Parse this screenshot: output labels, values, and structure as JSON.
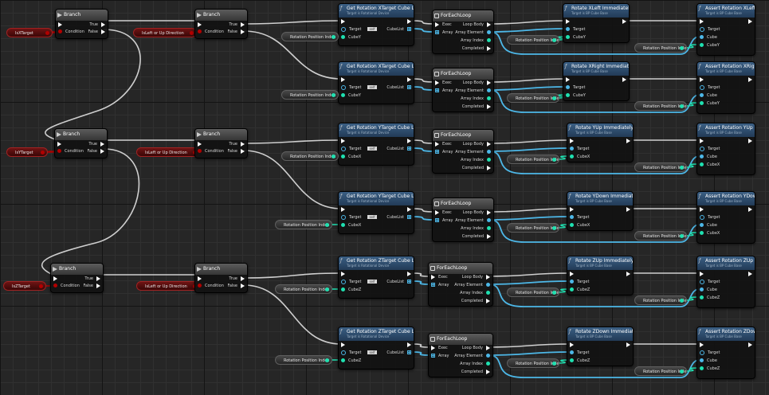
{
  "colors": {
    "exec": "#ffffff",
    "bool": "#b20000",
    "object": "#4db8e8",
    "integer": "#1fe0b0",
    "wire_default": "#cfcfcf"
  },
  "branch_nodes": [
    {
      "id": "b11",
      "title": "Branch",
      "condition": "Condition",
      "true_label": "True",
      "false_label": "False"
    },
    {
      "id": "b12",
      "title": "Branch",
      "condition": "Condition",
      "true_label": "True",
      "false_label": "False"
    },
    {
      "id": "b21",
      "title": "Branch",
      "condition": "Condition",
      "true_label": "True",
      "false_label": "False"
    },
    {
      "id": "b22",
      "title": "Branch",
      "condition": "Condition",
      "true_label": "True",
      "false_label": "False"
    },
    {
      "id": "b31",
      "title": "Branch",
      "condition": "Condition",
      "true_label": "True",
      "false_label": "False"
    },
    {
      "id": "b32",
      "title": "Branch",
      "condition": "Condition",
      "true_label": "True",
      "false_label": "False"
    }
  ],
  "variables": [
    {
      "id": "v_is_x",
      "label": "IsXTarget",
      "kind": "bool"
    },
    {
      "id": "v_is_y",
      "label": "IsYTarget",
      "kind": "bool"
    },
    {
      "id": "v_is_z",
      "label": "IsZTarget",
      "kind": "bool"
    },
    {
      "id": "v_dir1",
      "label": "IsLeft or Up Direction",
      "kind": "bool"
    },
    {
      "id": "v_dir2",
      "label": "IsLeft or Up Direction",
      "kind": "bool"
    },
    {
      "id": "v_dir3",
      "label": "IsLeft or Up Direction",
      "kind": "bool"
    }
  ],
  "get_nodes": [
    {
      "title": "Get Rotation XTarget Cube List",
      "subtitle": "Target is Rotational Device",
      "target": "Target",
      "self_text": "self",
      "param": "CubeY",
      "output": "CubeList"
    },
    {
      "title": "Get Rotation XTarget Cube List",
      "subtitle": "Target is Rotational Device",
      "target": "Target",
      "self_text": "self",
      "param": "CubeY",
      "output": "CubeList"
    },
    {
      "title": "Get Rotation YTarget Cube List",
      "subtitle": "Target is Rotational Device",
      "target": "Target",
      "self_text": "self",
      "param": "CubeX",
      "output": "CubeList"
    },
    {
      "title": "Get Rotation YTarget Cube List",
      "subtitle": "Target is Rotational Device",
      "target": "Target",
      "self_text": "self",
      "param": "CubeX",
      "output": "CubeList"
    },
    {
      "title": "Get Rotation ZTarget Cube List",
      "subtitle": "Target is Rotational Device",
      "target": "Target",
      "self_text": "self",
      "param": "CubeZ",
      "output": "CubeList"
    },
    {
      "title": "Get Rotation ZTarget Cube List",
      "subtitle": "Target is Rotational Device",
      "target": "Target",
      "self_text": "self",
      "param": "CubeZ",
      "output": "CubeList"
    }
  ],
  "foreach_nodes": [
    {
      "title": "ForEachLoop",
      "exec": "Exec",
      "array": "Array",
      "loop_body": "Loop Body",
      "element": "Array Element",
      "index": "Array Index",
      "completed": "Completed"
    },
    {
      "title": "ForEachLoop",
      "exec": "Exec",
      "array": "Array",
      "loop_body": "Loop Body",
      "element": "Array Element",
      "index": "Array Index",
      "completed": "Completed"
    },
    {
      "title": "ForEachLoop",
      "exec": "Exec",
      "array": "Array",
      "loop_body": "Loop Body",
      "element": "Array Element",
      "index": "Array Index",
      "completed": "Completed"
    },
    {
      "title": "ForEachLoop",
      "exec": "Exec",
      "array": "Array",
      "loop_body": "Loop Body",
      "element": "Array Element",
      "index": "Array Index",
      "completed": "Completed"
    },
    {
      "title": "ForEachLoop",
      "exec": "Exec",
      "array": "Array",
      "loop_body": "Loop Body",
      "element": "Array Element",
      "index": "Array Index",
      "completed": "Completed"
    },
    {
      "title": "ForEachLoop",
      "exec": "Exec",
      "array": "Array",
      "loop_body": "Loop Body",
      "element": "Array Element",
      "index": "Array Index",
      "completed": "Completed"
    }
  ],
  "rotate_nodes": [
    {
      "title": "Rotate XLeft Immediately",
      "subtitle": "Target is BP Cube Base",
      "target": "Target",
      "param": "CubeY"
    },
    {
      "title": "Rotate XRight Immediately",
      "subtitle": "Target is BP Cube Base",
      "target": "Target",
      "param": "CubeY"
    },
    {
      "title": "Rotate YUp Immediately",
      "subtitle": "Target is BP Cube Base",
      "target": "Target",
      "param": "CubeX"
    },
    {
      "title": "Rotate YDown Immediately",
      "subtitle": "Target is BP Cube Base",
      "target": "Target",
      "param": "CubeX"
    },
    {
      "title": "Rotate ZUp Immediately",
      "subtitle": "Target is BP Cube Base",
      "target": "Target",
      "param": "CubeZ"
    },
    {
      "title": "Rotate ZDown Immediately",
      "subtitle": "Target is BP Cube Base",
      "target": "Target",
      "param": "CubeZ"
    }
  ],
  "assert_nodes": [
    {
      "title": "Assert Rotation XLeft",
      "subtitle": "Target is BP Cube Base",
      "target": "Target",
      "cube": "Cube",
      "param": "CubeY"
    },
    {
      "title": "Assert Rotation XRight",
      "subtitle": "Target is BP Cube Base",
      "target": "Target",
      "cube": "Cube",
      "param": "CubeY"
    },
    {
      "title": "Assert Rotation YUp",
      "subtitle": "Target is BP Cube Base",
      "target": "Target",
      "cube": "Cube",
      "param": "CubeX"
    },
    {
      "title": "Assert Rotation YDown",
      "subtitle": "Target is BP Cube Base",
      "target": "Target",
      "cube": "Cube",
      "param": "CubeX"
    },
    {
      "title": "Assert Rotation ZUp",
      "subtitle": "Target is BP Cube Base",
      "target": "Target",
      "cube": "Cube",
      "param": "CubeZ"
    },
    {
      "title": "Assert Rotation ZDown",
      "subtitle": "Target is BP Cube Base",
      "target": "Target",
      "cube": "Cube",
      "param": "CubeZ"
    }
  ],
  "rotation_index_label": "Rotation Position Index"
}
